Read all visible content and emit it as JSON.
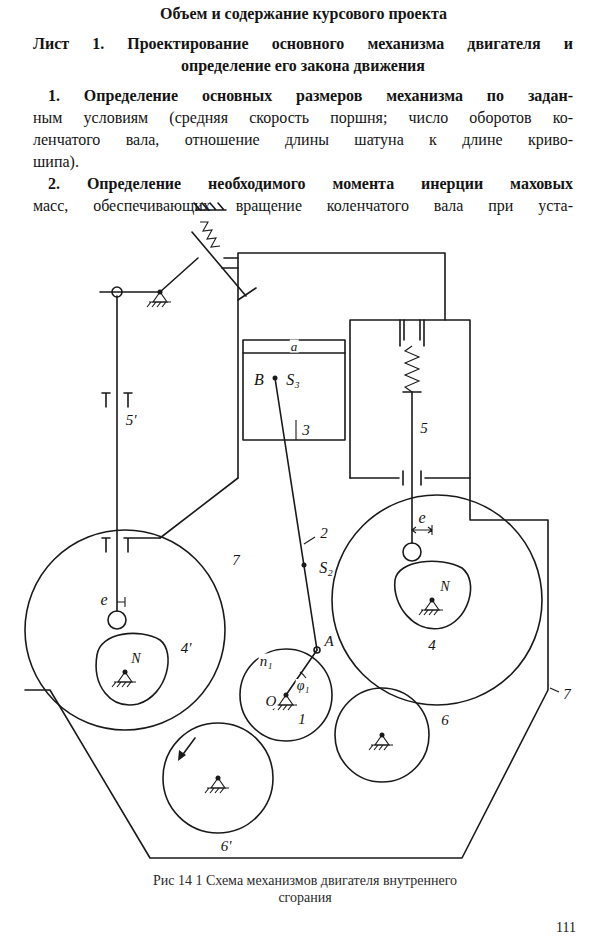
{
  "diagram": {
    "title": "Объем и содержание курсового проекта",
    "caption": "Рис 14 1 Схема механизмов двигателя внутреннего сгорания",
    "labels": [
      "Лист 1. Проектирование основного механизма двигателя и",
      "определение его закона движения",
      "1. Определение основных размеров механизма по задан-",
      "ным условиям (средняя скорость поршня; число оборотов ко-",
      "ленчатого вала, отношение длины шатуна к длине криво-",
      "шипа).",
      "2. Определение необходимого момента инерции маховых",
      "масс, обеспечивающих вращение коленчатого вала при уста-",
      "a",
      "B",
      "S₃",
      "3",
      "2",
      "S₂",
      "5'",
      "5",
      "e",
      "e",
      "7",
      "7",
      "4'",
      "N",
      "N",
      "4",
      "n₁",
      "A",
      "O",
      "φ₁",
      "1",
      "6",
      "6'",
      "111"
    ]
  }
}
